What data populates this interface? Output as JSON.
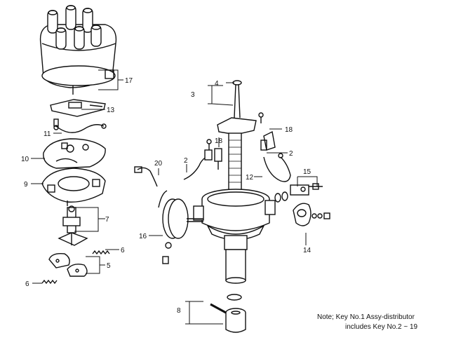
{
  "diagram": {
    "labels": [
      {
        "id": "17",
        "text": "17"
      },
      {
        "id": "13",
        "text": "13"
      },
      {
        "id": "11",
        "text": "11"
      },
      {
        "id": "10",
        "text": "10"
      },
      {
        "id": "9",
        "text": "9"
      },
      {
        "id": "7",
        "text": "7"
      },
      {
        "id": "6a",
        "text": "6"
      },
      {
        "id": "5",
        "text": "5"
      },
      {
        "id": "6b",
        "text": "6"
      },
      {
        "id": "4",
        "text": "4"
      },
      {
        "id": "3",
        "text": "3"
      },
      {
        "id": "18a",
        "text": "18"
      },
      {
        "id": "18b",
        "text": "18"
      },
      {
        "id": "2a",
        "text": "2"
      },
      {
        "id": "2b",
        "text": "2"
      },
      {
        "id": "20",
        "text": "20"
      },
      {
        "id": "12",
        "text": "12"
      },
      {
        "id": "15",
        "text": "15"
      },
      {
        "id": "16",
        "text": "16"
      },
      {
        "id": "14",
        "text": "14"
      },
      {
        "id": "8",
        "text": "8"
      }
    ],
    "note_line1": "Note; Key No.1 Assy-distributor",
    "note_line2": "includes Key No.2 ~ 19"
  }
}
